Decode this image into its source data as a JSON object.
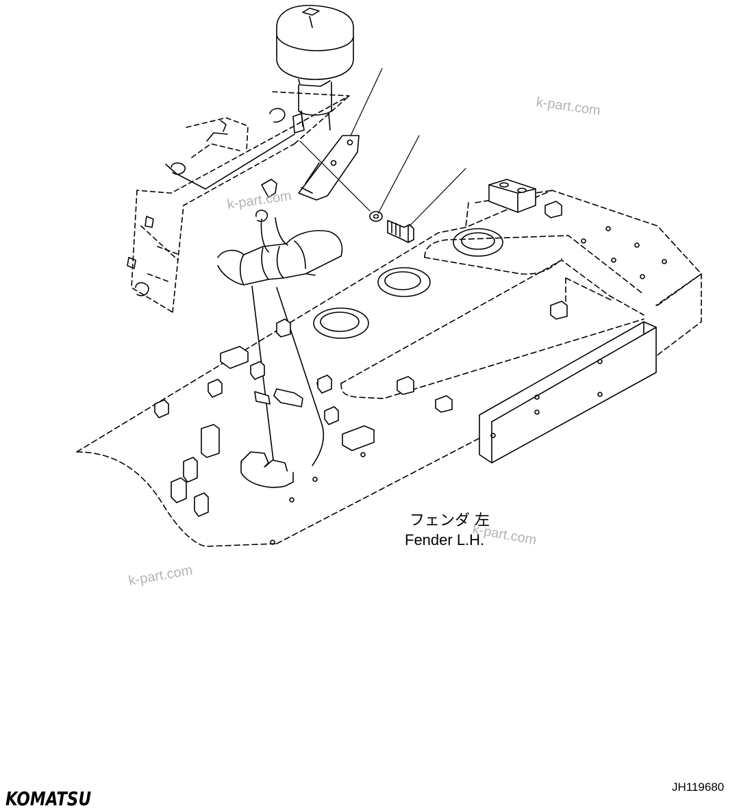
{
  "labels": {
    "part_name_jp": "フェンダ 左",
    "part_name_en": "Fender L.H."
  },
  "watermarks": [
    "k-part.com",
    "k-part.com",
    "k-part.com",
    "k-part.com"
  ],
  "footer": {
    "brand": "KOMATSU",
    "drawing_code": "JH119680"
  },
  "colors": {
    "line": "#000000",
    "watermark": "#b3b3b3",
    "background": "#ffffff"
  }
}
